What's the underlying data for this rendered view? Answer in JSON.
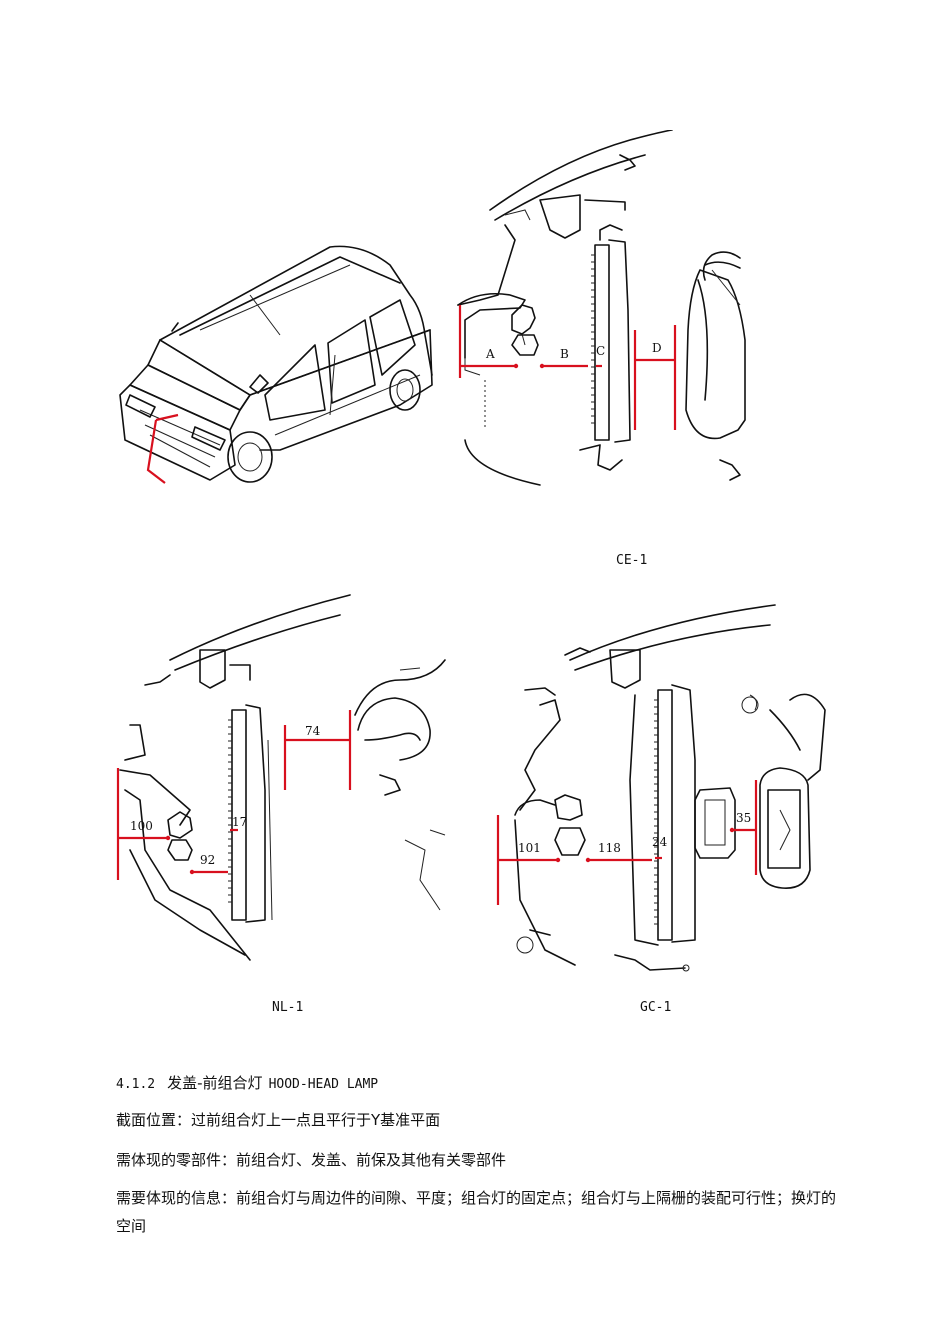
{
  "figures": {
    "ce1": {
      "caption": "CE-1",
      "labels": [
        "A",
        "B",
        "C",
        "D"
      ]
    },
    "nl1": {
      "caption": "NL-1",
      "labels": [
        "100",
        "92",
        "17",
        "74"
      ]
    },
    "gc1": {
      "caption": "GC-1",
      "labels": [
        "101",
        "118",
        "24",
        "35"
      ]
    }
  },
  "section": {
    "number": "4.1.2",
    "title_cn": "发盖-前组合灯",
    "title_en": "HOOD-HEAD LAMP"
  },
  "paragraphs": {
    "p1": "截面位置：过前组合灯上一点且平行于Y基准平面",
    "p2": "需体现的零部件：前组合灯、发盖、前保及其他有关零部件",
    "p3": "需要体现的信息：前组合灯与周边件的间隙、平度；组合灯的固定点；组合灯与上隔栅的装配可行性；换灯的空间"
  },
  "colors": {
    "dimension": "#d8101e",
    "line": "#111111"
  }
}
